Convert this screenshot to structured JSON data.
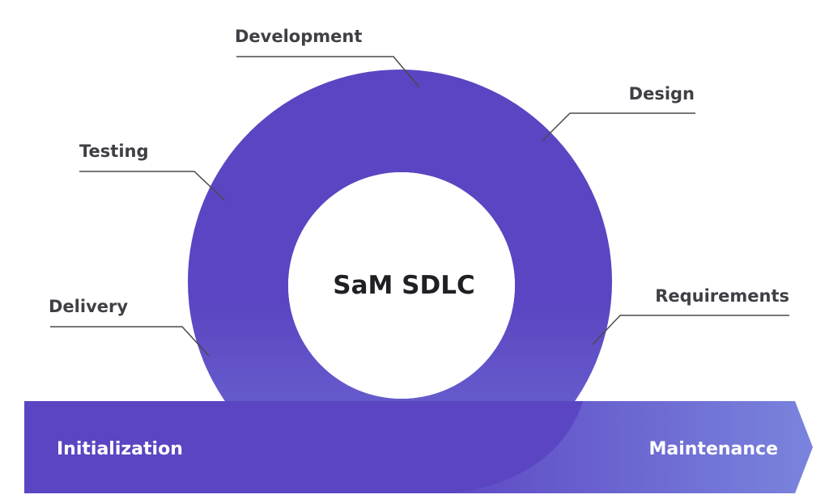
{
  "diagram": {
    "center_title": "SaM SDLC",
    "stages": {
      "development": "Development",
      "design": "Design",
      "testing": "Testing",
      "requirements": "Requirements",
      "delivery": "Delivery"
    },
    "bar": {
      "start_label": "Initialization",
      "end_label": "Maintenance"
    }
  },
  "colors": {
    "ring": "#5b45c2",
    "bar_start": "#5b45c2",
    "bar_end": "#7a84dd",
    "leader": "#4a4a4a",
    "label_text": "#3f3f46",
    "title_text": "#1f1f24"
  }
}
